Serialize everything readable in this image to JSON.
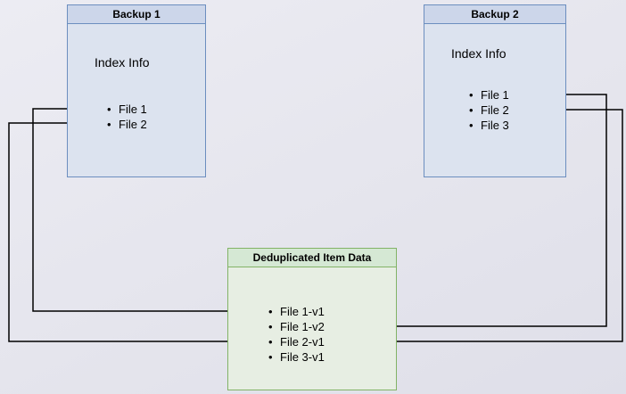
{
  "colors": {
    "background": "#e5e5ed",
    "backup_border": "#6c8ebf",
    "backup_header_fill": "#ccd6ea",
    "backup_body_fill": "#dce3ef",
    "dedup_border": "#82b366",
    "dedup_header_fill": "#d5e8d4",
    "dedup_body_fill": "#e7eee3",
    "arrow": "#000000"
  },
  "bullet": "•",
  "backup1": {
    "title": "Backup 1",
    "index_label": "Index Info",
    "items": [
      "File 1",
      "File 2"
    ]
  },
  "backup2": {
    "title": "Backup 2",
    "index_label": "Index Info",
    "items": [
      "File 1",
      "File 2",
      "File 3"
    ]
  },
  "dedup": {
    "title": "Deduplicated Item Data",
    "items": [
      "File 1-v1",
      "File 1-v2",
      "File 2-v1",
      "File 3-v1"
    ]
  },
  "connections": [
    {
      "from_box": "Backup 1",
      "from_item": "File 1",
      "to_item": "File 1-v1"
    },
    {
      "from_box": "Backup 1",
      "from_item": "File 2",
      "to_item": "File 2-v1"
    },
    {
      "from_box": "Backup 2",
      "from_item": "File 1",
      "to_item": "File 1-v2"
    },
    {
      "from_box": "Backup 2",
      "from_item": "File 2",
      "to_item": "File 2-v1"
    }
  ]
}
